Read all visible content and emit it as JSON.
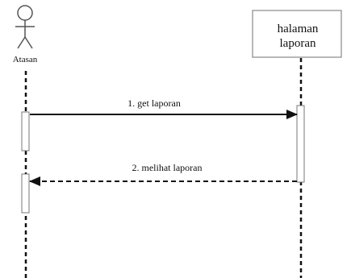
{
  "diagram": {
    "type": "sequence",
    "actor": {
      "name": "Atasan"
    },
    "object": {
      "line1": "halaman",
      "line2": "laporan"
    },
    "messages": [
      {
        "label": "1. get laporan",
        "direction": "actor-to-object",
        "style": "solid"
      },
      {
        "label": "2. melihat laporan",
        "direction": "object-to-actor",
        "style": "dashed"
      }
    ]
  }
}
